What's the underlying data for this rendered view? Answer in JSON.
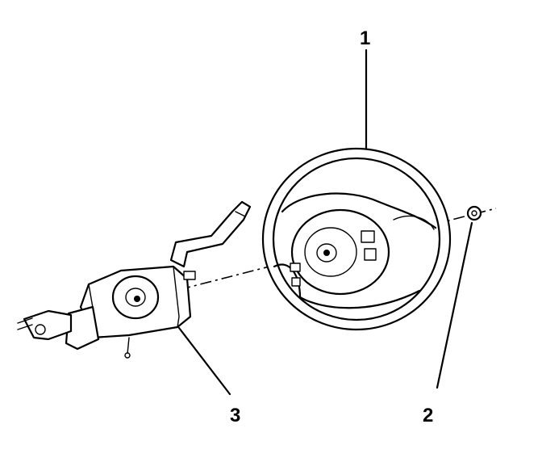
{
  "callouts": [
    {
      "id": "1",
      "label": "1",
      "part": "steering-wheel"
    },
    {
      "id": "2",
      "label": "2",
      "part": "steering-wheel-nut"
    },
    {
      "id": "3",
      "label": "3",
      "part": "steering-column"
    }
  ]
}
